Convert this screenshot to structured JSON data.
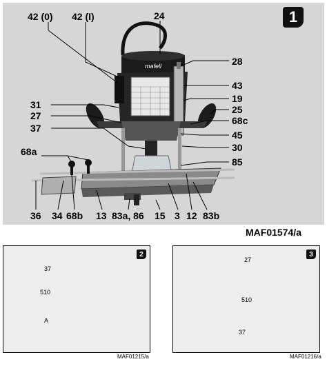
{
  "figure1": {
    "number": "1",
    "caption": "MAF01574/a",
    "brand": "mafell",
    "labels": {
      "l42_0": "42 (0)",
      "l42_1": "42 (I)",
      "l24": "24",
      "l28": "28",
      "l43": "43",
      "l19": "19",
      "l25": "25",
      "l68c": "68c",
      "l45": "45",
      "l30": "30",
      "l85": "85",
      "l31": "31",
      "l27": "27",
      "l37": "37",
      "l68a": "68a",
      "b36": "36",
      "b34": "34",
      "b68b": "68b",
      "b13": "13",
      "b83a86": "83a, 86",
      "b15": "15",
      "b3": "3",
      "b12": "12",
      "b83b": "83b"
    }
  },
  "figure2": {
    "number": "2",
    "caption": "MAF01215/a",
    "labels": {
      "l37": "37",
      "l510": "510",
      "lA": "A"
    }
  },
  "figure3": {
    "number": "3",
    "caption": "MAF01216/a",
    "labels": {
      "l27": "27",
      "l510": "510",
      "l37": "37"
    }
  }
}
